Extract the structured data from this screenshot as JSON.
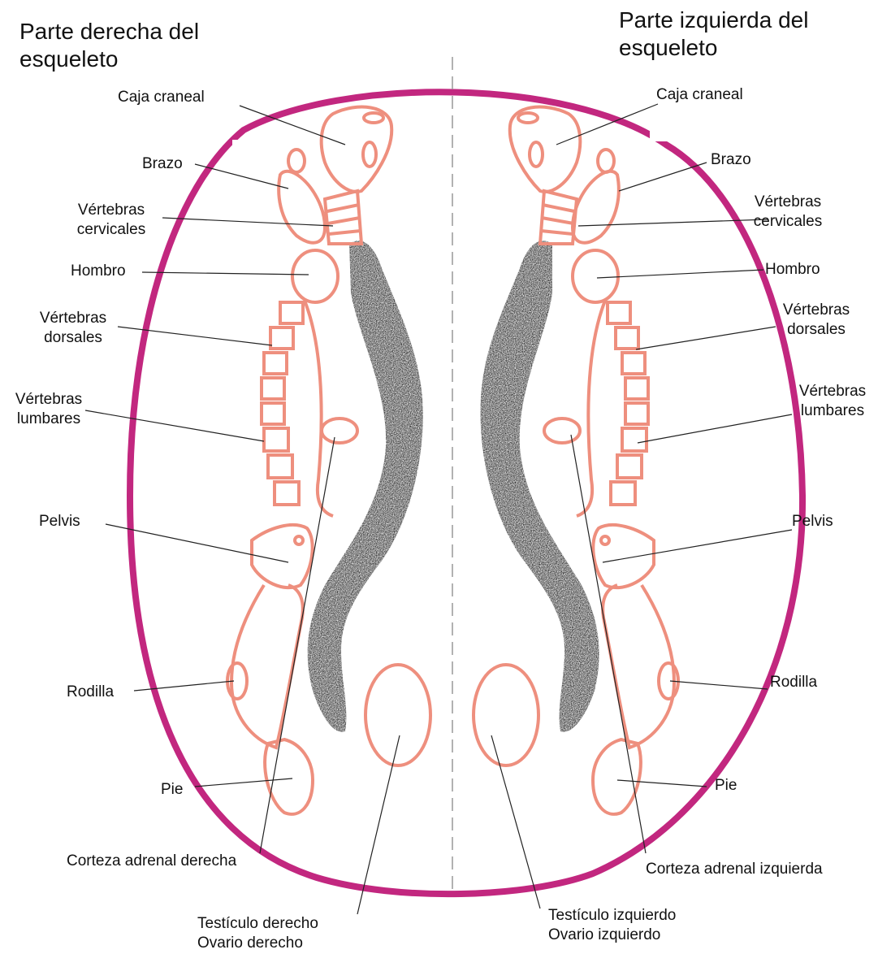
{
  "titles": {
    "right_skeleton": "Parte derecha del\nesqueleto",
    "left_skeleton": "Parte izquierda del\nesqueleto"
  },
  "labels_right": {
    "caja_craneal": "Caja craneal",
    "brazo": "Brazo",
    "vertebras_cervicales": "Vértebras\ncervicales",
    "hombro": "Hombro",
    "vertebras_dorsales": "Vértebras\ndorsales",
    "vertebras_lumbares": "Vértebras\nlumbares",
    "pelvis": "Pelvis",
    "rodilla": "Rodilla",
    "pie": "Pie",
    "corteza_adrenal": "Corteza adrenal derecha",
    "testiculo_ovario": "Testículo derecho\nOvario derecho"
  },
  "labels_left": {
    "caja_craneal": "Caja craneal",
    "brazo": "Brazo",
    "vertebras_cervicales": "Vértebras\ncervicales",
    "hombro": "Hombro",
    "vertebras_dorsales": "Vértebras\ndorsales",
    "vertebras_lumbares": "Vértebras\nlumbares",
    "pelvis": "Pelvis",
    "rodilla": "Rodilla",
    "pie": "Pie",
    "corteza_adrenal": "Corteza adrenal izquierda",
    "testiculo_ovario": "Testículo izquierdo\nOvario izquierdo"
  },
  "colors": {
    "outline": "#c2277f",
    "skeleton": "#ee8f7e",
    "adrenal": "#1e1e1e",
    "leader": "#222222",
    "midline": "#999999"
  }
}
